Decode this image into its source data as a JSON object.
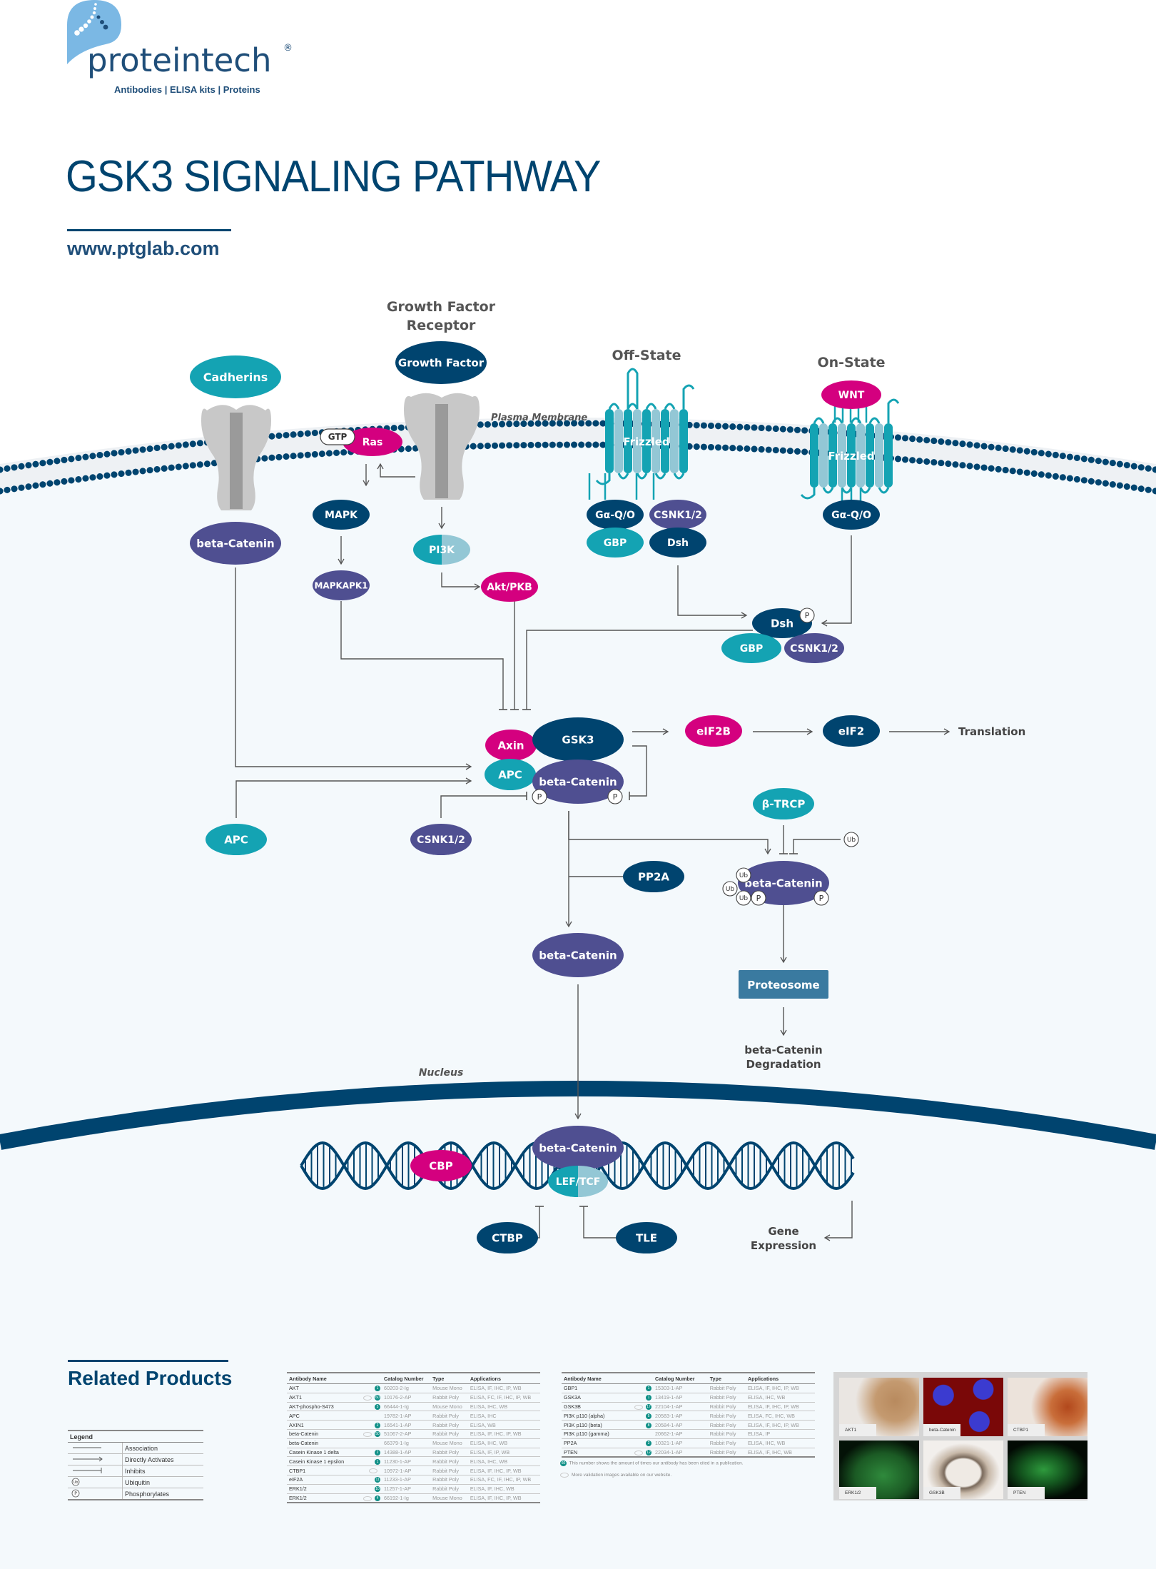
{
  "brand": {
    "name": "proteintech",
    "registered": "®",
    "tagline": "Antibodies  |  ELISA kits  |  Proteins"
  },
  "header": {
    "title": "GSK3 SIGNALING PATHWAY",
    "url": "www.ptglab.com"
  },
  "colors": {
    "navy": "#00446f",
    "teal": "#14a3b3",
    "light_teal": "#93c7d5",
    "purple": "#4f4f91",
    "magenta": "#d4007f",
    "membrane": "#00446f",
    "grey_receptor": "#c8c8c8",
    "proteosome": "#3a7aa0",
    "badge": "#0f8f86"
  },
  "diagram": {
    "labels": {
      "growth_factor_receptor_1": "Growth Factor",
      "growth_factor_receptor_2": "Receptor",
      "off_state": "Off-State",
      "on_state": "On-State",
      "plasma_membrane": "Plasma Membrane",
      "nucleus": "Nucleus",
      "translation": "Translation",
      "degradation_1": "beta-Catenin",
      "degradation_2": "Degradation",
      "gene_expression_1": "Gene",
      "gene_expression_2": "Expression",
      "frizzled_off": "Frizzled",
      "frizzled_on": "Frizzled",
      "proteosome": "Proteosome",
      "gtp": "GTP",
      "phospho": "P",
      "ubiquitin": "Ub"
    },
    "nodes": {
      "cadherins": "Cadherins",
      "growth_factor": "Growth Factor",
      "ras": "Ras",
      "mapk": "MAPK",
      "pi3k": "PI3K",
      "mapkapk1": "MAPKAPK1",
      "akt": "Akt/PKB",
      "beta_catenin_membrane": "beta-Catenin",
      "off_galpha": "Gα-Q/O",
      "off_csnk": "CSNK1/2",
      "off_gbp": "GBP",
      "off_dsh": "Dsh",
      "wnt": "WNT",
      "on_galpha": "Gα-Q/O",
      "dsh_active": "Dsh",
      "gbp_active": "GBP",
      "csnk_active": "CSNK1/2",
      "gsk3": "GSK3",
      "axin": "Axin",
      "apc_complex": "APC",
      "beta_catenin_complex": "beta-Catenin",
      "eif2b": "eIF2B",
      "eif2": "eIF2",
      "apc_left": "APC",
      "csnk_left": "CSNK1/2",
      "btrcp": "β-TRCP",
      "pp2a": "PP2A",
      "beta_catenin_ub": "beta-Catenin",
      "beta_catenin_free": "beta-Catenin",
      "beta_catenin_nuclear": "beta-Catenin",
      "cbp": "CBP",
      "lef_tcf": "LEF/TCF",
      "ctbp": "CTBP",
      "tle": "TLE"
    }
  },
  "related_products": {
    "title": "Related Products",
    "legend": {
      "title": "Legend",
      "items": [
        {
          "symbol": "line",
          "label": "Association"
        },
        {
          "symbol": "arrow",
          "label": "Directly Activates"
        },
        {
          "symbol": "inhibit",
          "label": "Inhibits"
        },
        {
          "symbol": "ub-circle",
          "label": "Ubiquitin"
        },
        {
          "symbol": "p-circle",
          "label": "Phosphorylates"
        }
      ]
    },
    "columns": [
      "Antibody Name",
      "Catalog Number",
      "Type",
      "Applications"
    ],
    "table1": [
      {
        "name": "AKT",
        "eye": false,
        "citations": "1",
        "catalog": "60203-2-Ig",
        "type": "Mouse Mono",
        "apps": "ELISA, IF, IHC, IP, WB"
      },
      {
        "name": "AKT1",
        "eye": true,
        "citations": "60",
        "catalog": "10176-2-AP",
        "type": "Rabbit Poly",
        "apps": "ELISA, FC, IF, IHC, IP, WB"
      },
      {
        "name": "AKT-phospho-S473",
        "eye": false,
        "citations": "5",
        "catalog": "66444-1-Ig",
        "type": "Mouse Mono",
        "apps": "ELISA, IHC, WB"
      },
      {
        "name": "APC",
        "eye": false,
        "citations": "",
        "catalog": "19782-1-AP",
        "type": "Rabbit Poly",
        "apps": "ELISA, IHC"
      },
      {
        "name": "AXIN1",
        "eye": false,
        "citations": "2",
        "catalog": "16541-1-AP",
        "type": "Rabbit Poly",
        "apps": "ELISA, WB"
      },
      {
        "name": "beta-Catenin",
        "eye": true,
        "citations": "50",
        "catalog": "51067-2-AP",
        "type": "Rabbit Poly",
        "apps": "ELISA, IF, IHC, IP, WB"
      },
      {
        "name": "beta-Catenin",
        "eye": false,
        "citations": "",
        "catalog": "66379-1-Ig",
        "type": "Mouse Mono",
        "apps": "ELISA, IHC, WB"
      },
      {
        "name": "Casein Kinase 1 delta",
        "eye": false,
        "citations": "2",
        "catalog": "14388-1-AP",
        "type": "Rabbit Poly",
        "apps": "ELISA, IF, IP, WB"
      },
      {
        "name": "Casein Kinase 1 epsilon",
        "eye": false,
        "citations": "1",
        "catalog": "11230-1-AP",
        "type": "Rabbit Poly",
        "apps": "ELISA, IHC, WB"
      },
      {
        "name": "CTBP1",
        "eye": true,
        "citations": "",
        "catalog": "10972-1-AP",
        "type": "Rabbit Poly",
        "apps": "ELISA, IF, IHC, IP, WB"
      },
      {
        "name": "eIF2A",
        "eye": false,
        "citations": "11",
        "catalog": "11233-1-AP",
        "type": "Rabbit Poly",
        "apps": "ELISA, FC, IF, IHC, IP, WB"
      },
      {
        "name": "ERK1/2",
        "eye": false,
        "citations": "10",
        "catalog": "11257-1-AP",
        "type": "Rabbit Poly",
        "apps": "ELISA, IF, IHC, WB"
      },
      {
        "name": "ERK1/2",
        "eye": true,
        "citations": "4",
        "catalog": "66192-1-Ig",
        "type": "Mouse Mono",
        "apps": "ELISA, IF, IHC, IP, WB"
      }
    ],
    "table2": [
      {
        "name": "GBP1",
        "eye": false,
        "citations": "1",
        "catalog": "15303-1-AP",
        "type": "Rabbit Poly",
        "apps": "ELISA, IF, IHC, IP, WB"
      },
      {
        "name": "GSK3A",
        "eye": false,
        "citations": "1",
        "catalog": "13419-1-AP",
        "type": "Rabbit Poly",
        "apps": "ELISA, IHC, WB"
      },
      {
        "name": "GSK3B",
        "eye": true,
        "citations": "17",
        "catalog": "22104-1-AP",
        "type": "Rabbit Poly",
        "apps": "ELISA, IF, IHC, IP, WB"
      },
      {
        "name": "PI3K p110 (alpha)",
        "eye": false,
        "citations": "5",
        "catalog": "20583-1-AP",
        "type": "Rabbit Poly",
        "apps": "ELISA, FC, IHC, WB"
      },
      {
        "name": "PI3K p110 (beta)",
        "eye": false,
        "citations": "8",
        "catalog": "20584-1-AP",
        "type": "Rabbit Poly",
        "apps": "ELISA, IF, IHC, IP, WB"
      },
      {
        "name": "PI3K p110 (gamma)",
        "eye": false,
        "citations": "",
        "catalog": "20662-1-AP",
        "type": "Rabbit Poly",
        "apps": "ELISA, IP"
      },
      {
        "name": "PP2A",
        "eye": false,
        "citations": "2",
        "catalog": "10321-1-AP",
        "type": "Rabbit Poly",
        "apps": "ELISA, IHC, WB"
      },
      {
        "name": "PTEN",
        "eye": true,
        "citations": "12",
        "catalog": "22034-1-AP",
        "type": "Rabbit Poly",
        "apps": "ELISA, IF, IHC, WB"
      }
    ],
    "footnotes": {
      "citation_badge": "60",
      "citation_note": "This number shows the amount of times our antibody has been cited in a publication.",
      "eye_note": "More validation images available on our website."
    },
    "gallery": [
      {
        "label": "AKT1",
        "kind": "ihc-brown"
      },
      {
        "label": "beta-Catenin",
        "kind": "if-red"
      },
      {
        "label": "CTBP1",
        "kind": "ihc-dots"
      },
      {
        "label": "ERK1/2",
        "kind": "if-green"
      },
      {
        "label": "GSK3B",
        "kind": "ihc-tissue"
      },
      {
        "label": "PTEN",
        "kind": "if-green-dark"
      }
    ]
  }
}
